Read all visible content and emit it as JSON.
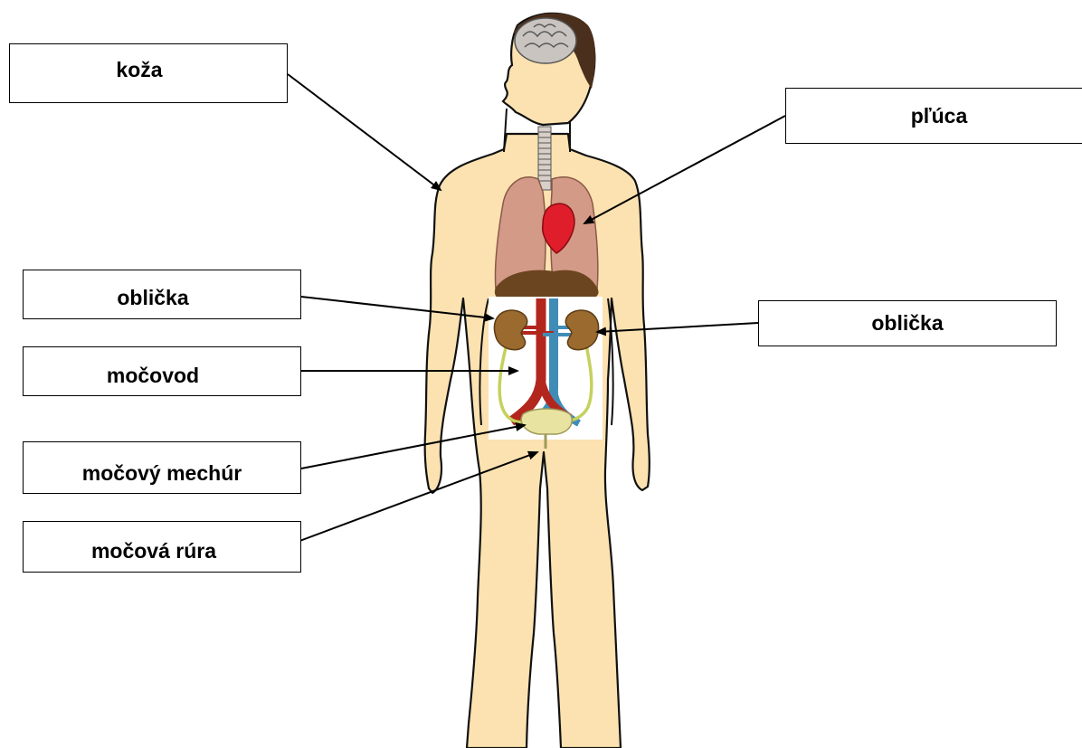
{
  "labels": {
    "skin": "koža",
    "lungs": "pľúca",
    "kidney_left": "oblička",
    "kidney_right": "oblička",
    "ureter": "močovod",
    "bladder": "močový mechúr",
    "urethra": "močová rúra"
  },
  "colors": {
    "skin": "#fce2b0",
    "outline": "#111111",
    "lungs": "#d39a87",
    "heart": "#e01e2b",
    "liver": "#6b4520",
    "hair": "#4a2f1c",
    "brain": "#c9c4c0",
    "kidney": "#9a6a2e",
    "aorta": "#b3261e",
    "vena_cava": "#3f8db7",
    "ureter": "#c5d15c",
    "bladder": "#e8e3a0"
  }
}
